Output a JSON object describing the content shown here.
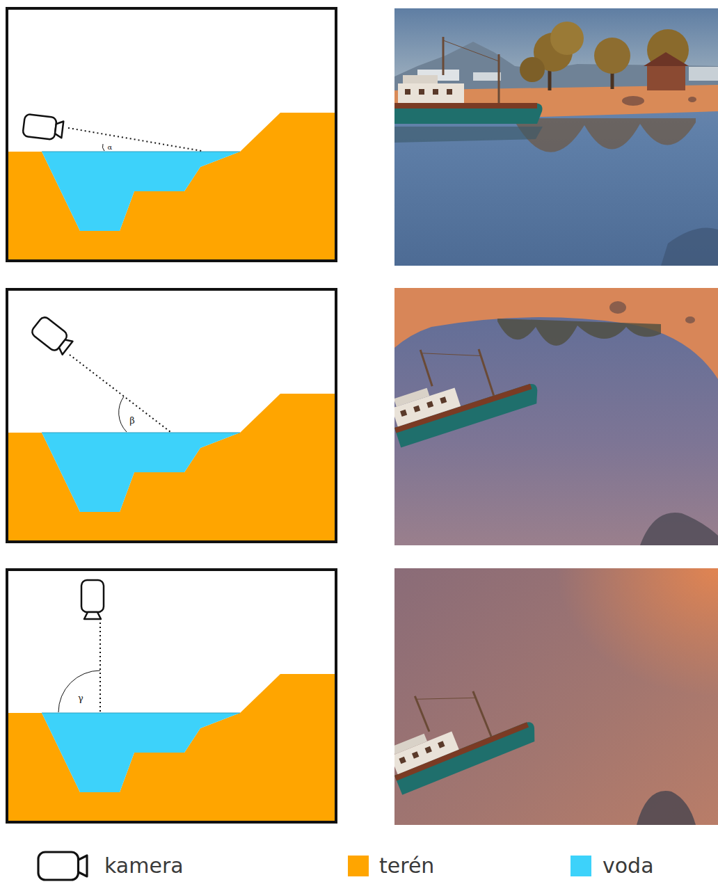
{
  "diagram": {
    "labels": [
      "α",
      "β",
      "γ"
    ],
    "legend": [
      {
        "text": "kamera"
      },
      {
        "text": "terén",
        "color": "#ffa500"
      },
      {
        "text": "voda",
        "color": "#3dd2fa"
      }
    ]
  }
}
